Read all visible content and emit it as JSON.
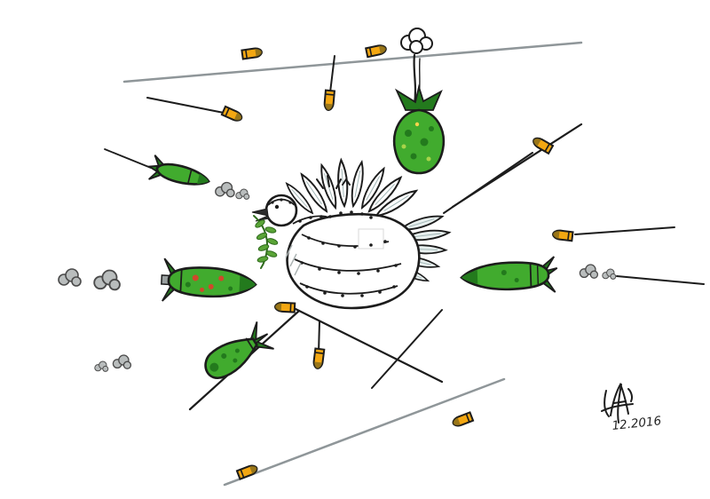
{
  "artwork": {
    "type": "editorial-cartoon",
    "description": "Armor-plated peace dove holding an olive branch, surrounded by incoming missiles, bombs, bullets and smoke puffs",
    "background_color": "#ffffff",
    "signature": {
      "date": "12.2016"
    }
  },
  "palette": {
    "ink": "#1c1c1c",
    "missile_green": "#41ab2e",
    "missile_green_dark": "#237a1d",
    "bullet_yellow": "#f3a712",
    "bullet_tip": "#8a6d1a",
    "smoke_gray": "#b9bdbd",
    "smoke_outline": "#4a4a4a",
    "trail_gray": "#8f9699",
    "leaf_green": "#5aa437",
    "spot_red": "#d0482b",
    "feather_tint": "#e8f0ef"
  },
  "scene": {
    "trails": [
      [
        140,
        92,
        655,
        48,
        "gray",
        2.5
      ],
      [
        166,
        110,
        252,
        127,
        "ink",
        2
      ],
      [
        377,
        63,
        372,
        104,
        "ink",
        2
      ],
      [
        655,
        140,
        510,
        233,
        "ink",
        2.2
      ],
      [
        600,
        172,
        500,
        240,
        "ink",
        2
      ],
      [
        648,
        264,
        760,
        256,
        "ink",
        2
      ],
      [
        695,
        311,
        793,
        320,
        "ink",
        2
      ],
      [
        337,
        350,
        214,
        461,
        "ink",
        2.2
      ],
      [
        333,
        348,
        498,
        430,
        "ink",
        2.2
      ],
      [
        498,
        349,
        419,
        437,
        "ink",
        2
      ],
      [
        253,
        546,
        568,
        427,
        "gray",
        2.5
      ],
      [
        360,
        362,
        359,
        398,
        "ink",
        2
      ],
      [
        118,
        168,
        170,
        189,
        "ink",
        1.8
      ]
    ],
    "bullets": [
      [
        284,
        60,
        -8
      ],
      [
        424,
        57,
        -12
      ],
      [
        262,
        129,
        24
      ],
      [
        371,
        113,
        95
      ],
      [
        611,
        163,
        210
      ],
      [
        634,
        265,
        187
      ],
      [
        321,
        346,
        183
      ],
      [
        359,
        404,
        97
      ],
      [
        521,
        473,
        159
      ],
      [
        279,
        531,
        -21
      ]
    ],
    "smoke_puffs": [
      [
        78,
        313,
        1.0
      ],
      [
        120,
        316,
        1.15
      ],
      [
        253,
        214,
        0.85
      ],
      [
        273,
        219,
        0.6
      ],
      [
        663,
        306,
        0.8
      ],
      [
        686,
        309,
        0.6
      ],
      [
        137,
        408,
        0.8
      ],
      [
        114,
        413,
        0.6
      ]
    ]
  }
}
